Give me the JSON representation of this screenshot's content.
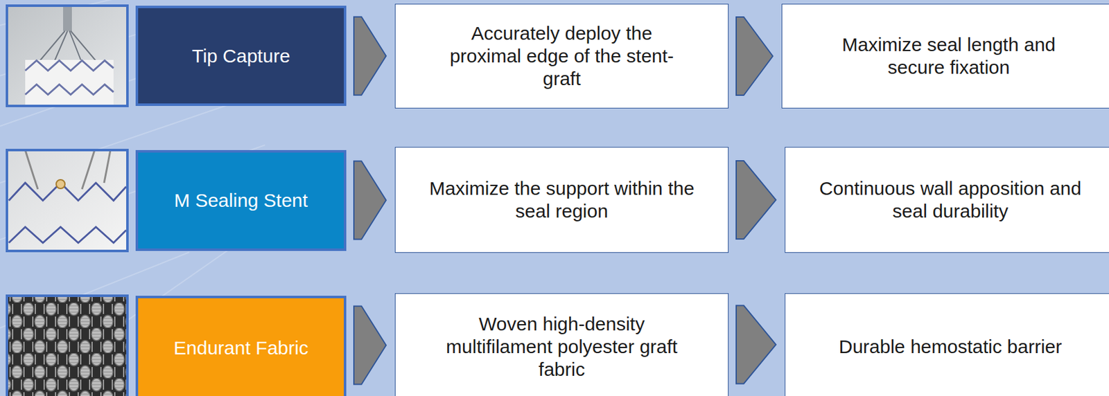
{
  "diagram": {
    "nodes": [
      {
        "text": [
          "Tip Capture"
        ]
      },
      {
        "text": [
          "Accurately deploy the proximal edge of the stent-graft"
        ]
      },
      {
        "text": [
          "Maximize seal length and secure fixation"
        ]
      },
      {
        "text": [
          "M Sealing Stent"
        ]
      },
      {
        "text": [
          "Maximize the support within the seal region"
        ]
      },
      {
        "text": [
          "Continuous wall apposition and seal durability"
        ]
      },
      {
        "text": [
          "Endurant Fabric"
        ]
      },
      {
        "text": [
          "Woven high-density multifilament polyester graft fabric"
        ]
      },
      {
        "text": [
          "Durable hemostatic barrier"
        ]
      }
    ],
    "edges": [
      {
        "from": 0,
        "to": 1,
        "arrow": "to"
      },
      {
        "from": 1,
        "to": 2,
        "arrow": "to"
      },
      {
        "from": 3,
        "to": 4,
        "arrow": "to"
      },
      {
        "from": 4,
        "to": 5,
        "arrow": "to"
      },
      {
        "from": 6,
        "to": 7,
        "arrow": "to"
      },
      {
        "from": 7,
        "to": 8,
        "arrow": "to"
      }
    ]
  }
}
